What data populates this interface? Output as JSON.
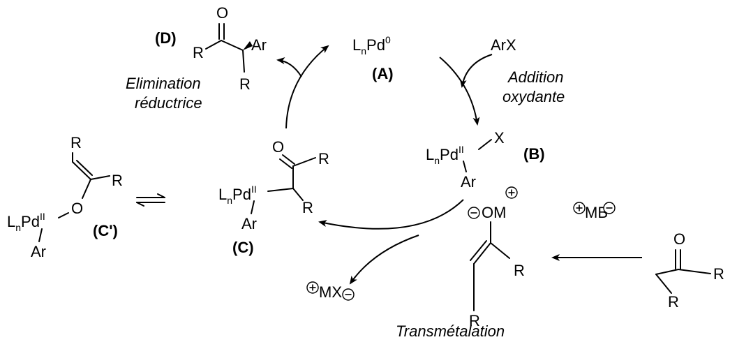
{
  "species": {
    "A": {
      "label": "(A)",
      "metal": "L",
      "n": "n",
      "pd": "Pd",
      "ox": "0"
    },
    "B": {
      "label": "(B)",
      "metal": "L",
      "n": "n",
      "pd": "Pd",
      "ox": "II",
      "x": "X",
      "ar": "Ar"
    },
    "C": {
      "label": "(C)",
      "metal": "L",
      "n": "n",
      "pd": "Pd",
      "ox": "II",
      "ar": "Ar",
      "o": "O",
      "r1": "R",
      "r2": "R"
    },
    "C_prime": {
      "label": "(C')",
      "metal": "L",
      "n": "n",
      "pd": "Pd",
      "ox": "II",
      "ar": "Ar",
      "o": "O",
      "r1": "R",
      "r2": "R"
    },
    "D": {
      "label": "(D)",
      "o": "O",
      "r": "R",
      "ar": "Ar",
      "r2": "R"
    },
    "enolate": {
      "o": "O",
      "m": "M",
      "r1": "R",
      "r2": "R"
    },
    "ketone": {
      "o": "O",
      "r1": "R",
      "r2": "R"
    }
  },
  "reagents": {
    "arx": "ArX",
    "base_m": "M",
    "base_b": "B",
    "byproduct": "MX"
  },
  "steps": {
    "oxidative_addition_1": "Addition",
    "oxidative_addition_2": "oxydante",
    "reductive_elimination_1": "Elimination",
    "reductive_elimination_2": "réductrice",
    "transmetalation": "Transmétalation"
  }
}
